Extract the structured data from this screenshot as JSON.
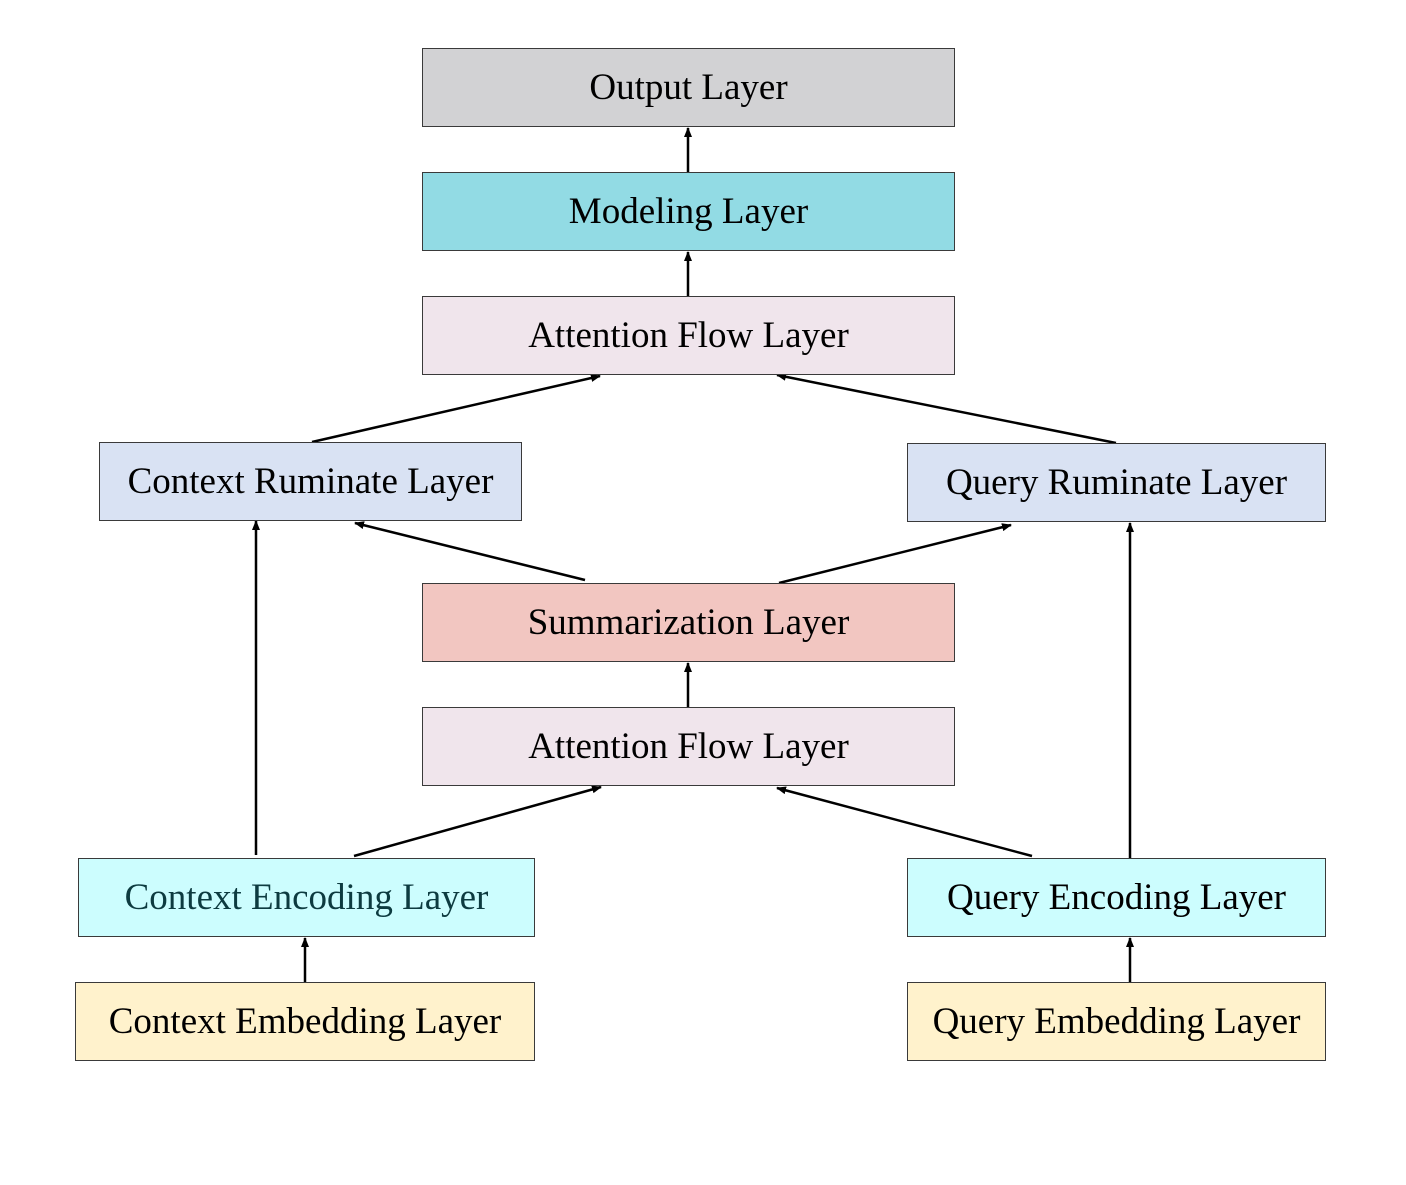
{
  "nodes": {
    "output": {
      "label": "Output Layer",
      "fill": "#d2d2d4",
      "text_color": "#000000"
    },
    "modeling": {
      "label": "Modeling Layer",
      "fill": "#92dbe4",
      "text_color": "#000000"
    },
    "attn_top": {
      "label": "Attention Flow Layer",
      "fill": "#f0e5ec",
      "text_color": "#000000"
    },
    "ctx_ruminate": {
      "label": "Context Ruminate Layer",
      "fill": "#d9e2f3",
      "text_color": "#000000"
    },
    "qry_ruminate": {
      "label": "Query Ruminate Layer",
      "fill": "#d9e2f3",
      "text_color": "#000000"
    },
    "summarization": {
      "label": "Summarization Layer",
      "fill": "#f2c6c1",
      "text_color": "#000000"
    },
    "attn_bottom": {
      "label": "Attention Flow Layer",
      "fill": "#f0e5ec",
      "text_color": "#000000"
    },
    "ctx_encoding": {
      "label": "Context Encoding Layer",
      "fill": "#ccfdfe",
      "text_color": "#0d3b40"
    },
    "qry_encoding": {
      "label": "Query Encoding Layer",
      "fill": "#ccfdfe",
      "text_color": "#000000"
    },
    "ctx_embedding": {
      "label": "Context Embedding Layer",
      "fill": "#fff2cc",
      "text_color": "#000000"
    },
    "qry_embedding": {
      "label": "Query Embedding Layer",
      "fill": "#fff2cc",
      "text_color": "#000000"
    }
  },
  "edges": [
    {
      "from": "modeling",
      "to": "output"
    },
    {
      "from": "attn_top",
      "to": "modeling"
    },
    {
      "from": "ctx_ruminate",
      "to": "attn_top"
    },
    {
      "from": "qry_ruminate",
      "to": "attn_top"
    },
    {
      "from": "summarization",
      "to": "ctx_ruminate"
    },
    {
      "from": "summarization",
      "to": "qry_ruminate"
    },
    {
      "from": "attn_bottom",
      "to": "summarization"
    },
    {
      "from": "ctx_encoding",
      "to": "attn_bottom"
    },
    {
      "from": "qry_encoding",
      "to": "attn_bottom"
    },
    {
      "from": "ctx_encoding",
      "to": "ctx_ruminate"
    },
    {
      "from": "qry_encoding",
      "to": "qry_ruminate"
    },
    {
      "from": "ctx_embedding",
      "to": "ctx_encoding"
    },
    {
      "from": "qry_embedding",
      "to": "qry_encoding"
    }
  ],
  "style": {
    "edge_color": "#000000",
    "border_color": "#3a3a3a"
  }
}
